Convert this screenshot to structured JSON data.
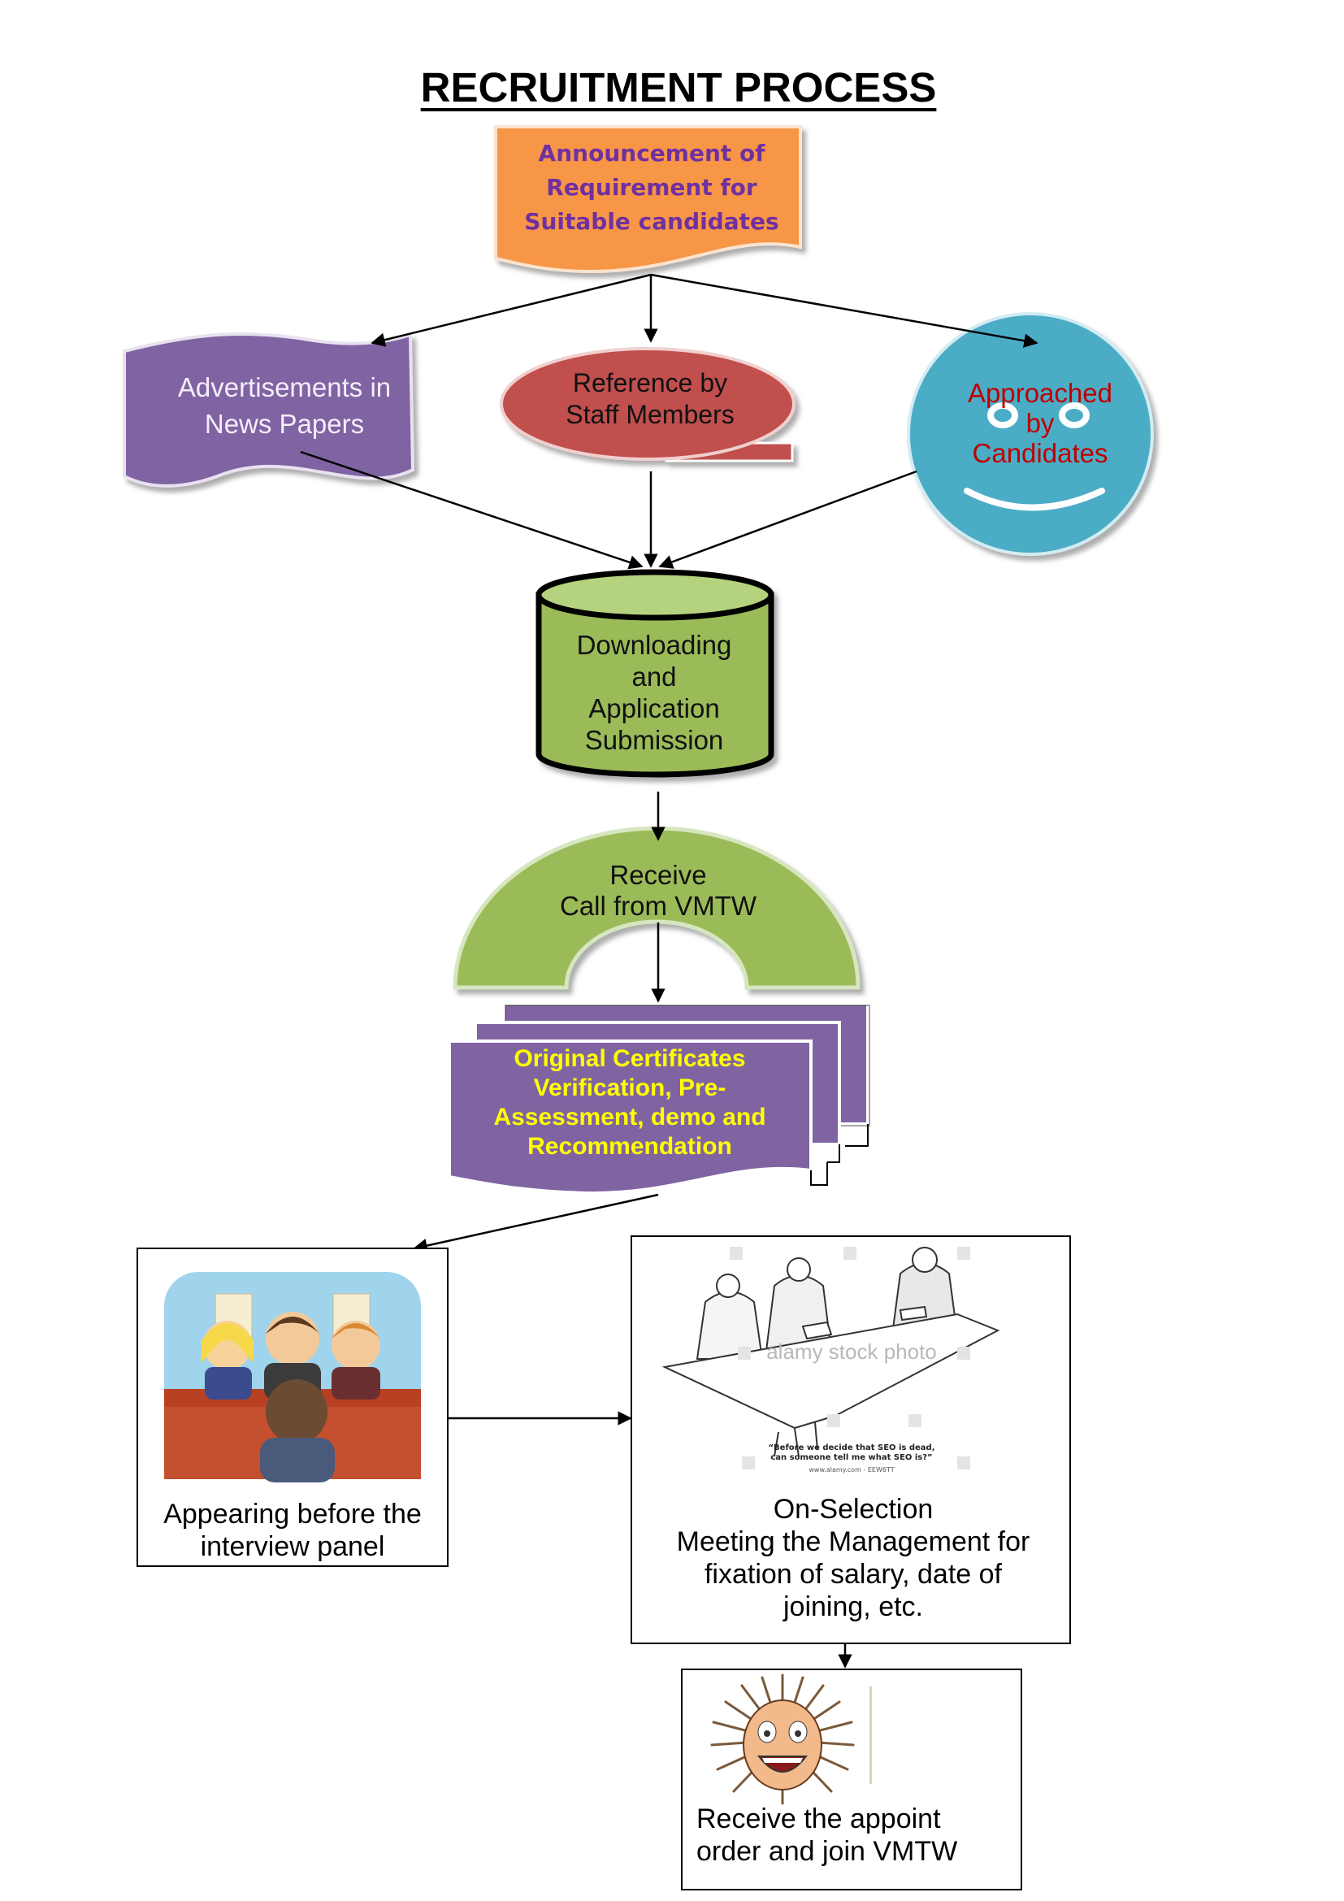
{
  "title": "RECRUITMENT PROCESS",
  "nodes": {
    "announcement": "Announcement of\nRequirement for\nSuitable candidates",
    "advertisements": "Advertisements in\nNews Papers",
    "reference": "Reference by\nStaff Members",
    "approached": "Approached\nby\nCandidates",
    "downloading": "Downloading\nand\nApplication\nSubmission",
    "receive_call": "Receive\nCall from VMTW",
    "certificates": "Original Certificates\nVerification, Pre-\nAssessment, demo and\nRecommendation",
    "interview": "Appearing before the\ninterview panel",
    "on_selection": "On-Selection\nMeeting the Management for\nfixation of salary, date of\njoining, etc.",
    "join": "Receive the appoint\norder and join VMTW"
  },
  "stock_photo": {
    "watermark": "alamy stock photo",
    "caption": "“Before we decide that SEO is dead,\ncan someone tell me what SEO is?”",
    "credit": "www.alamy.com - EEW6TT"
  },
  "colors": {
    "orange": "#f79646",
    "purple": "#8064a2",
    "red": "#c0504d",
    "teal": "#4bacc6",
    "green": "#9bbb59",
    "yellow_text": "#ffff00",
    "announce_text": "#7030a0"
  }
}
